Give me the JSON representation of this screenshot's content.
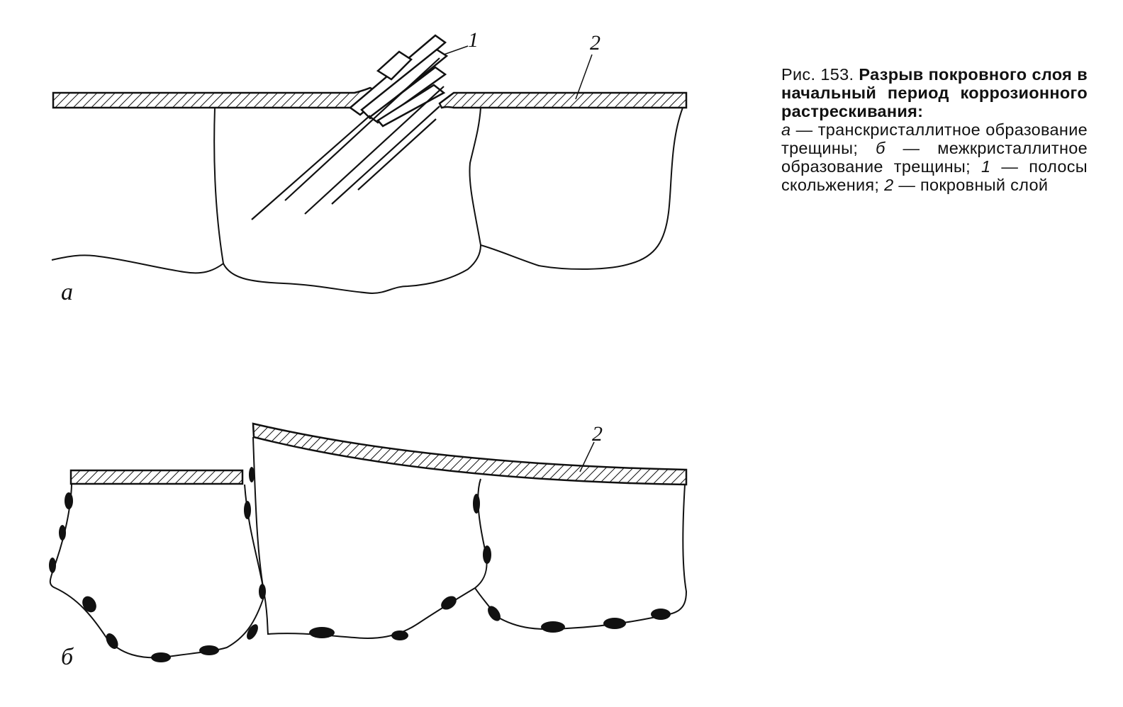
{
  "figure": {
    "panel_a_label": "а",
    "panel_b_label": "б",
    "callout_1": "1",
    "callout_2a": "2",
    "callout_2b": "2"
  },
  "caption": {
    "fig_label": "Рис. 153.",
    "fig_title": "Разрыв покровного слоя в начальный период коррозионного растрескивания:",
    "legend_a_key": "а",
    "legend_a_text": "— транскристаллитное образование трещины;",
    "legend_b_key": "б",
    "legend_b_text": "— межкристаллитное образование трещины;",
    "legend_1_key": "1",
    "legend_1_text": "— полосы скольжения;",
    "legend_2_key": "2",
    "legend_2_text": "— покровный слой"
  },
  "colors": {
    "ink": "#111111",
    "paper": "#ffffff"
  }
}
